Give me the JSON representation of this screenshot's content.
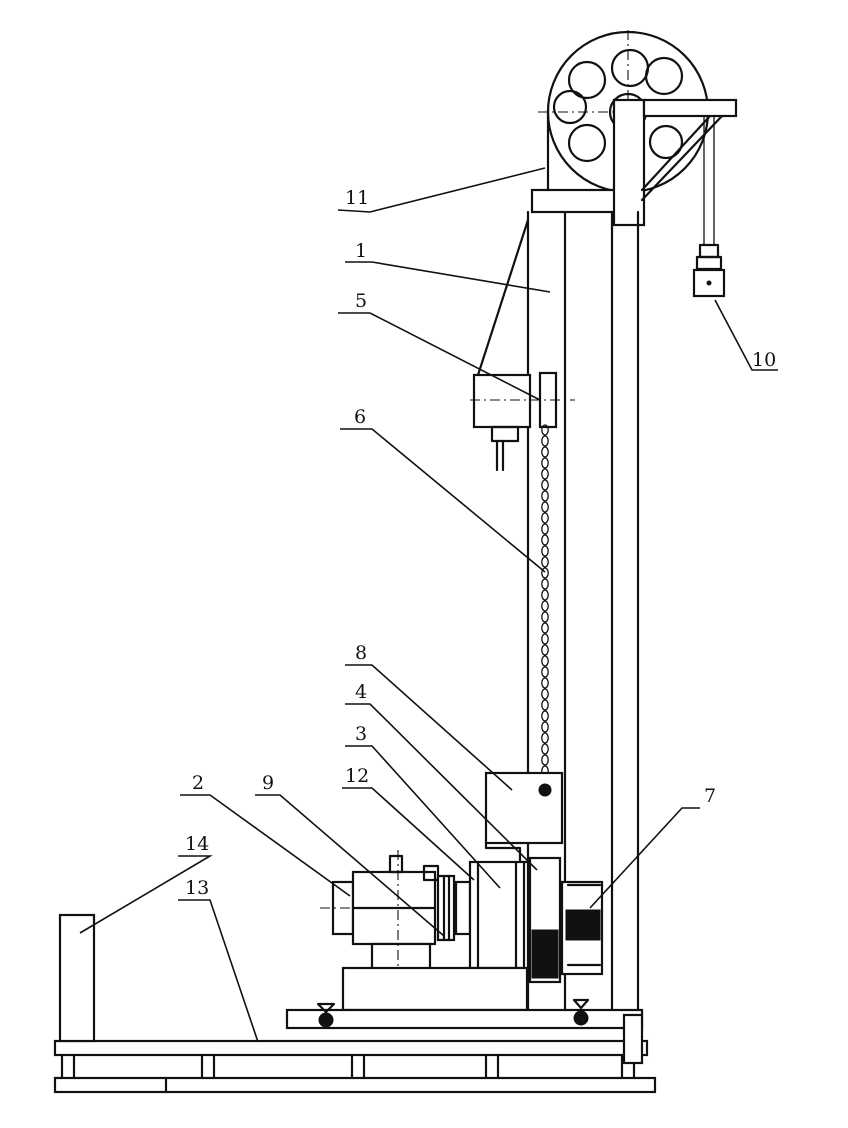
{
  "diagram": {
    "callouts": [
      {
        "id": "11",
        "label": "11"
      },
      {
        "id": "1",
        "label": "1"
      },
      {
        "id": "5",
        "label": "5"
      },
      {
        "id": "6",
        "label": "6"
      },
      {
        "id": "10",
        "label": "10"
      },
      {
        "id": "8",
        "label": "8"
      },
      {
        "id": "4",
        "label": "4"
      },
      {
        "id": "3",
        "label": "3"
      },
      {
        "id": "7",
        "label": "7"
      },
      {
        "id": "2",
        "label": "2"
      },
      {
        "id": "9",
        "label": "9"
      },
      {
        "id": "12",
        "label": "12"
      },
      {
        "id": "14",
        "label": "14"
      },
      {
        "id": "13",
        "label": "13"
      }
    ]
  }
}
